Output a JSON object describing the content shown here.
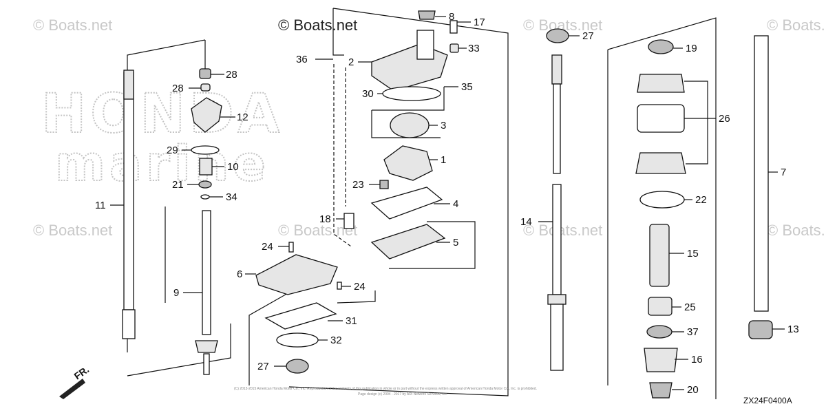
{
  "watermark": {
    "text": "© Boats.net",
    "brand_line1": "HONDA",
    "brand_line2": "marine"
  },
  "diagram_code": "ZX24F0400A",
  "direction_marker": "FR.",
  "copyright_line1": "(C) 2013-2015 American Honda Motor Co., Inc. Reproduction of the contents of this publication in whole or in part without the express written approval of American Honda Motor Co., Inc. is prohibited.",
  "copyright_line2": "Page design (c) 2004 - 2017 by ARI Network Services, Inc.",
  "parts": {
    "p1": "1",
    "p2": "2",
    "p3": "3",
    "p4": "4",
    "p5": "5",
    "p6": "6",
    "p7": "7",
    "p8": "8",
    "p9": "9",
    "p10": "10",
    "p11": "11",
    "p12": "12",
    "p13": "13",
    "p14": "14",
    "p15": "15",
    "p16": "16",
    "p17": "17",
    "p18": "18",
    "p19": "19",
    "p20": "20",
    "p21": "21",
    "p22": "22",
    "p23": "23",
    "p24": "24",
    "p25": "25",
    "p26": "26",
    "p27": "27",
    "p28": "28",
    "p29": "29",
    "p30": "30",
    "p31": "31",
    "p32": "32",
    "p33": "33",
    "p34": "34",
    "p35": "35",
    "p36": "36",
    "p37": "37"
  }
}
